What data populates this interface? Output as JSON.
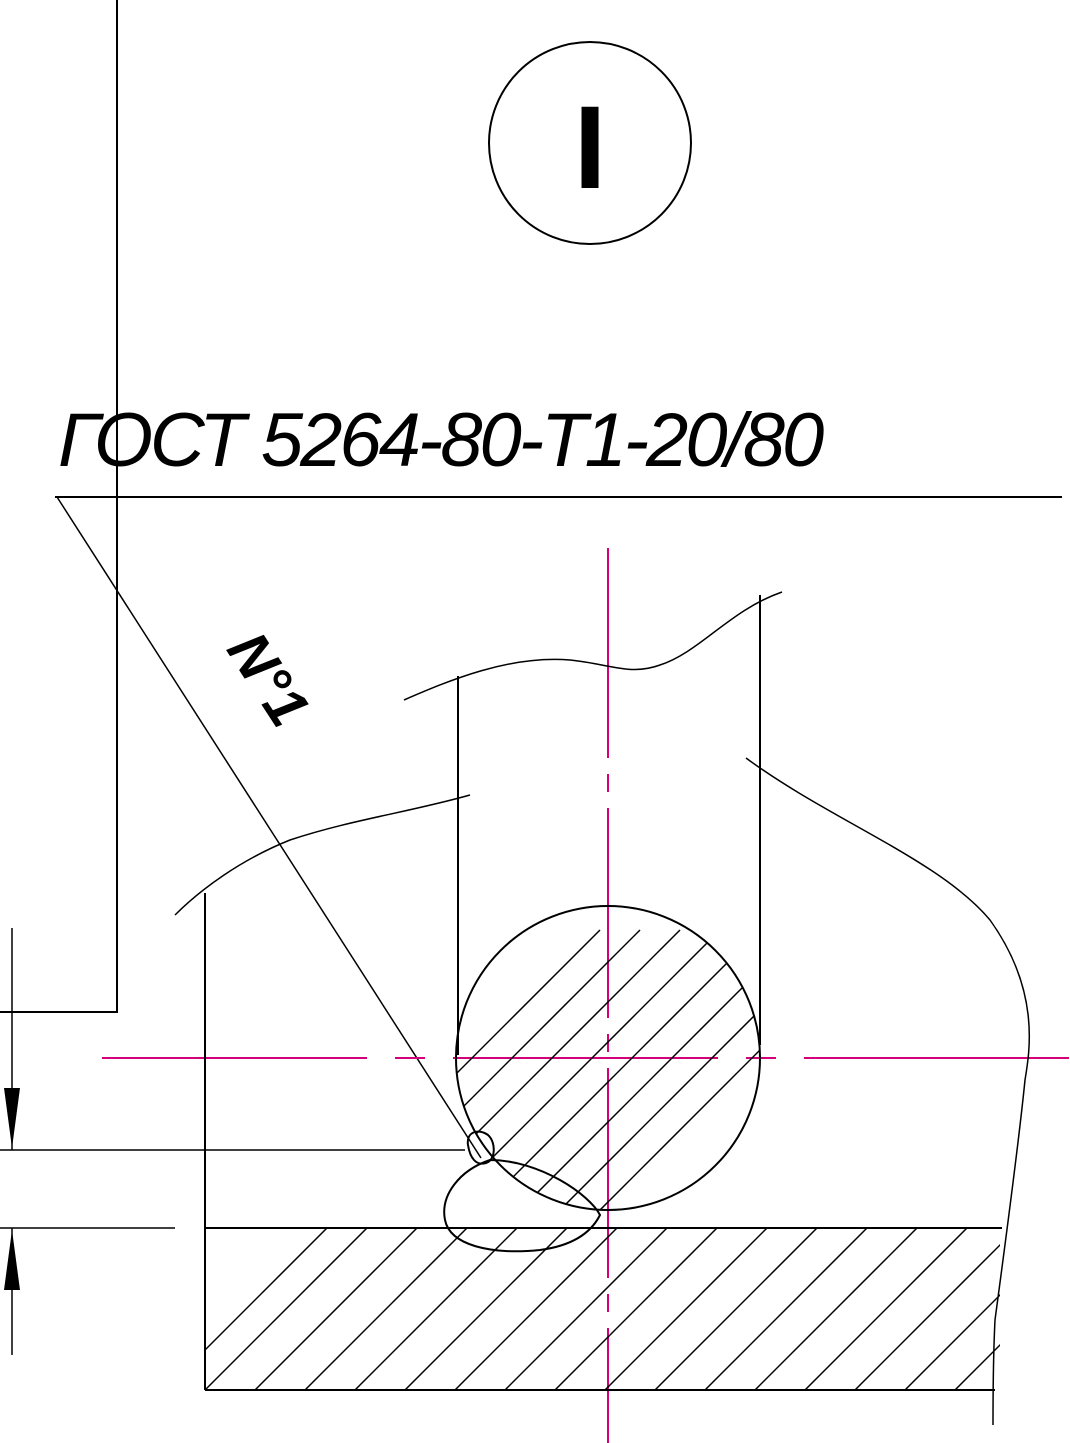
{
  "callout": {
    "label": "I"
  },
  "weld_symbol": {
    "designation": "ГОСТ 5264-80-Т1-20/80",
    "seam_number": "N°1"
  },
  "colors": {
    "outline": "#000000",
    "center_axis": "#d4007a",
    "background": "#ffffff"
  }
}
